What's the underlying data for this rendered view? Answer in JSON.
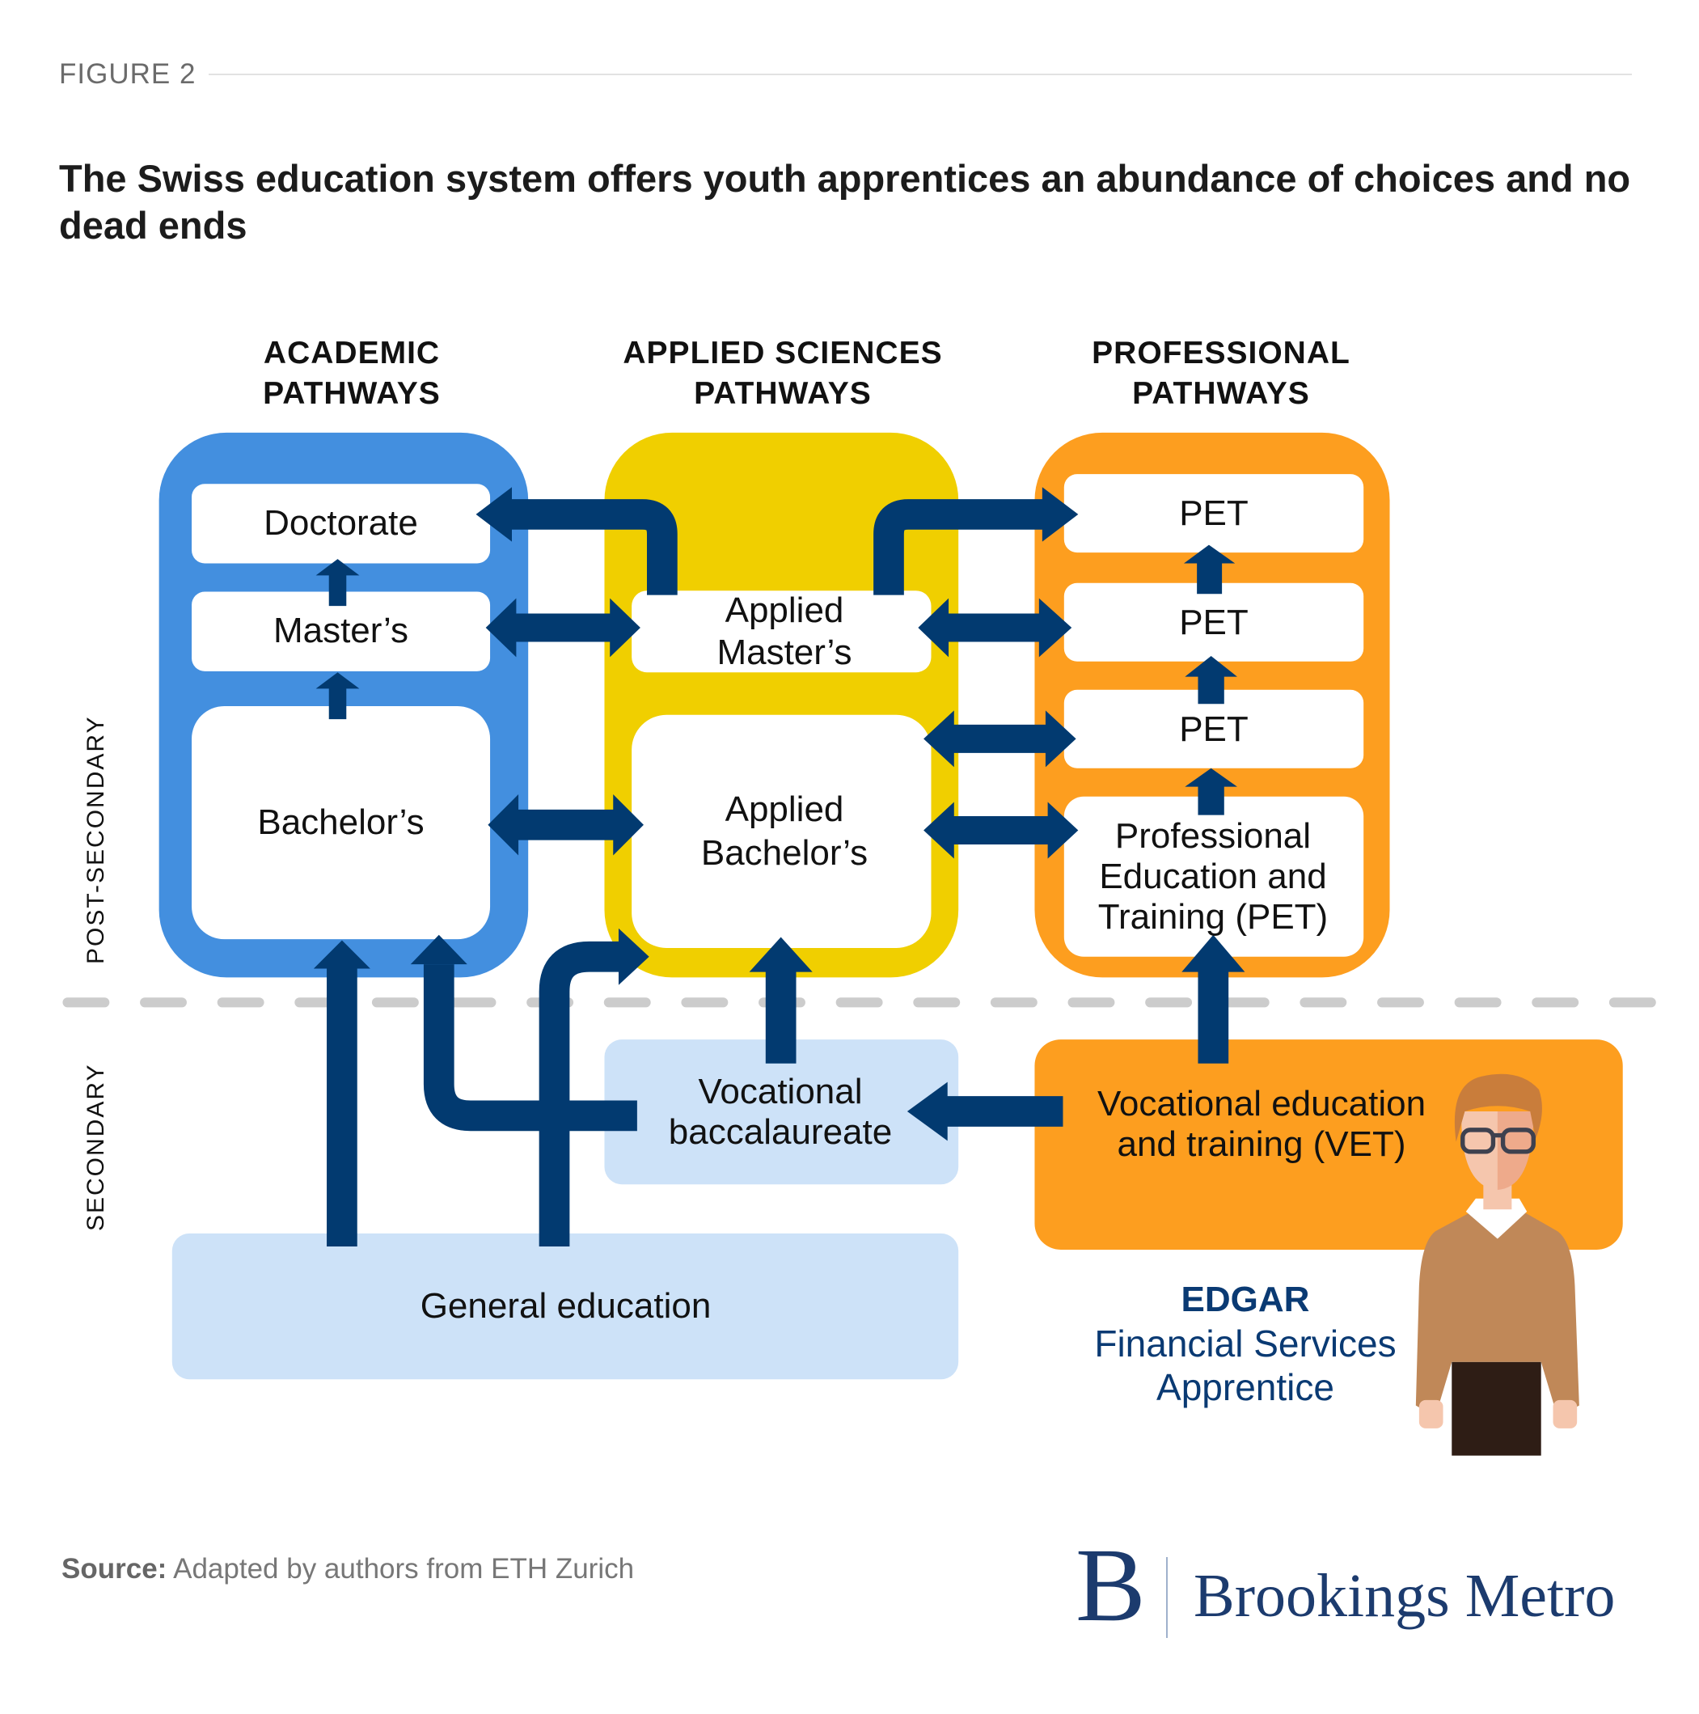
{
  "figure_label": "FIGURE 2",
  "title": "The Swiss education system offers youth apprentices an abundance of choices and no dead ends",
  "colors": {
    "academic": "#438fdf",
    "applied": "#f0cf00",
    "professional": "#fd9e1f",
    "secondary_light": "#cde2f8",
    "arrow": "#023a70",
    "divider": "#cccccc",
    "brand": "#1c3b6e"
  },
  "columns": {
    "academic": {
      "header": [
        "ACADEMIC",
        "PATHWAYS"
      ],
      "boxes": [
        "Doctorate",
        "Master’s",
        "Bachelor’s"
      ]
    },
    "applied": {
      "header": [
        "APPLIED SCIENCES",
        "PATHWAYS"
      ],
      "boxes": [
        "Applied Master’s",
        "Applied Bachelor’s"
      ]
    },
    "professional": {
      "header": [
        "PROFESSIONAL",
        "PATHWAYS"
      ],
      "boxes": [
        "PET",
        "PET",
        "PET",
        "Professional Education and Training (PET)"
      ]
    }
  },
  "levels": {
    "post_secondary": "POST-SECONDARY",
    "secondary": "SECONDARY"
  },
  "secondary_boxes": {
    "vocational_baccalaureate": "Vocational baccalaureate",
    "vet": "Vocational education and training (VET)",
    "general_education": "General education"
  },
  "persona": {
    "name": "EDGAR",
    "role_line1": "Financial Services",
    "role_line2": "Apprentice",
    "icon": "person-illustration"
  },
  "source": {
    "label": "Source:",
    "text": " Adapted by authors from ETH Zurich"
  },
  "brand": {
    "mark": "B",
    "name": "Brookings Metro"
  }
}
